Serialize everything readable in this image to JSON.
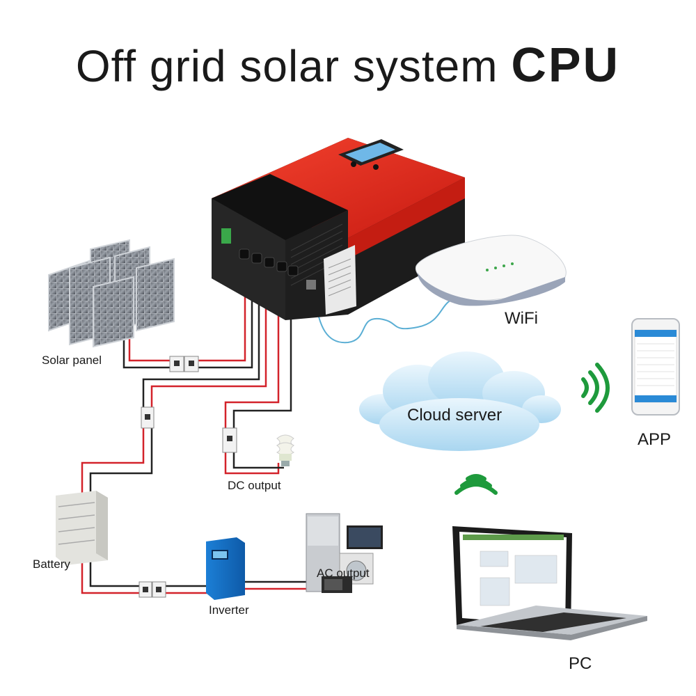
{
  "title": {
    "main": "Off grid solar system",
    "emphasis": "CPU"
  },
  "labels": {
    "solar_panel": "Solar panel",
    "dc_output": "DC output",
    "battery": "Battery",
    "inverter": "Inverter",
    "ac_output": "AC output",
    "wifi": "WiFi",
    "cloud_server": "Cloud server",
    "app": "APP",
    "pc": "PC"
  },
  "colors": {
    "controller_red": "#e8281c",
    "controller_black": "#1c1c1c",
    "wire_red": "#d3222a",
    "wire_black": "#222222",
    "ethernet_blue": "#5aaed4",
    "cloud_blue": "#bfe3f7",
    "signal_green": "#1e9a3c"
  },
  "icons": {
    "controller": "charge-controller-icon",
    "solar": "solar-panel-icon",
    "router": "wifi-router-icon",
    "cloud": "cloud-icon",
    "phone": "smartphone-icon",
    "laptop": "laptop-icon",
    "battery": "battery-cabinet-icon",
    "inverter": "inverter-icon",
    "bulb": "light-bulb-icon",
    "appliances": "appliances-icon",
    "breaker": "circuit-breaker-icon",
    "signal": "wireless-signal-icon"
  }
}
